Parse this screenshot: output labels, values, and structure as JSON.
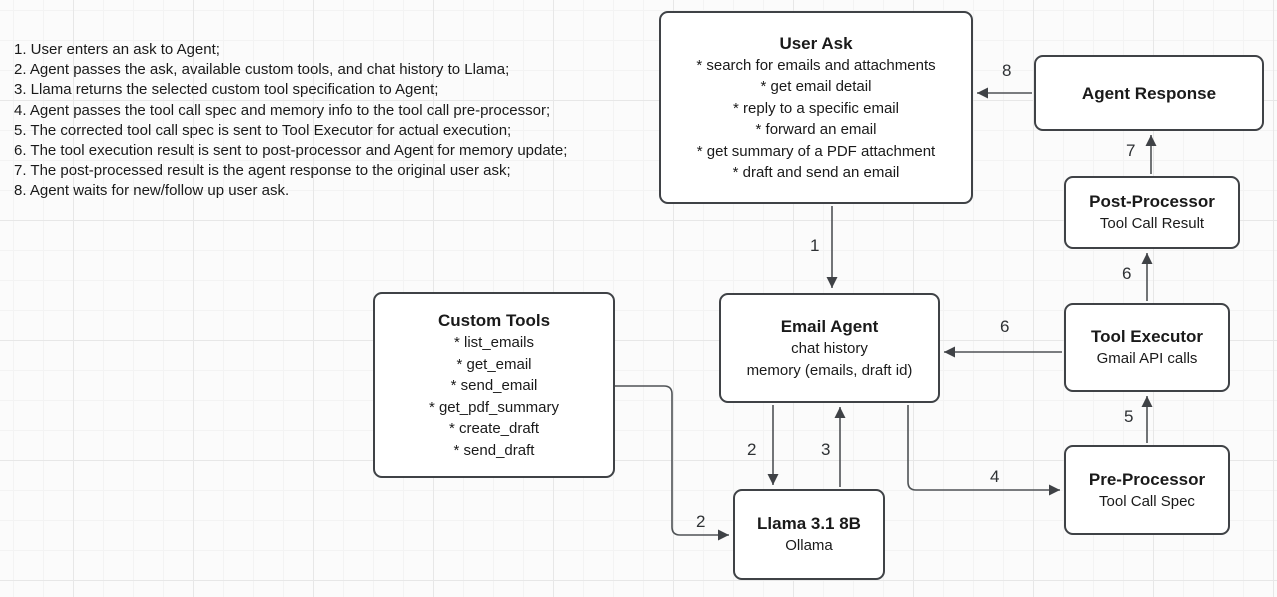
{
  "colors": {
    "background": "#fbfbfb",
    "box_fill": "#ffffff",
    "box_border": "#3f4246",
    "arrow": "#4f5356",
    "text": "#1a1a1a",
    "grid_minor": "#f3f3f3",
    "grid_major": "#e7e7e7"
  },
  "notes": {
    "items": [
      "1. User enters an ask to Agent;",
      "2. Agent passes the ask, available custom tools, and chat history to Llama;",
      "3. Llama returns the selected custom tool specification to Agent;",
      "4. Agent passes the tool call spec and memory info to the tool call pre-processor;",
      "5. The corrected tool call spec is sent to Tool Executor for actual execution;",
      "6. The tool execution result is sent to post-processor and Agent for memory update;",
      "7. The post-processed result is the agent response to the original user ask;",
      "8. Agent waits for new/follow up user ask."
    ]
  },
  "boxes": {
    "user_ask": {
      "title": "User Ask",
      "lines": [
        "* search for emails and attachments",
        "* get email detail",
        "* reply to a specific email",
        "* forward an email",
        "* get summary of a PDF attachment",
        "* draft and send an email"
      ]
    },
    "agent_response": {
      "title": "Agent Response"
    },
    "post_processor": {
      "title": "Post-Processor",
      "subtitle": "Tool Call Result"
    },
    "tool_executor": {
      "title": "Tool Executor",
      "subtitle": "Gmail API calls"
    },
    "pre_processor": {
      "title": "Pre-Processor",
      "subtitle": "Tool Call Spec"
    },
    "email_agent": {
      "title": "Email Agent",
      "lines": [
        "chat history",
        "memory (emails, draft id)"
      ]
    },
    "custom_tools": {
      "title": "Custom Tools",
      "lines": [
        "* list_emails",
        "* get_email",
        "* send_email",
        "* get_pdf_summary",
        "* create_draft",
        "* send_draft"
      ]
    },
    "llama": {
      "title": "Llama 3.1 8B",
      "subtitle": "Ollama"
    }
  },
  "edges": {
    "step1": {
      "label": "1"
    },
    "step2_agent_to_llama": {
      "label": "2"
    },
    "step2_tools_to_llama": {
      "label": "2"
    },
    "step3": {
      "label": "3"
    },
    "step4": {
      "label": "4"
    },
    "step5": {
      "label": "5"
    },
    "step6_to_email_agent": {
      "label": "6"
    },
    "step6_to_post_processor": {
      "label": "6"
    },
    "step7": {
      "label": "7"
    },
    "step8": {
      "label": "8"
    }
  }
}
